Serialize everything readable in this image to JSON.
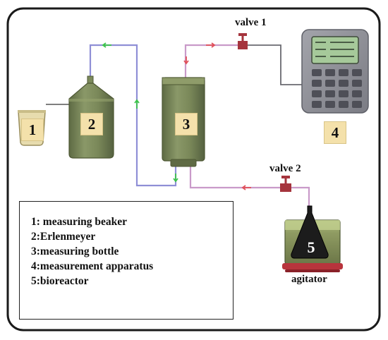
{
  "components": {
    "beaker_number": "1",
    "erlenmeyer_number": "2",
    "bottle_number": "3",
    "apparatus_number": "4",
    "bioreactor_number": "5"
  },
  "valves": {
    "valve1_label": "valve 1",
    "valve2_label": "valve 2"
  },
  "agitator_label": "agitator",
  "legend": {
    "items": [
      "1: measuring beaker",
      "2:Erlenmeyer",
      "3:measuring bottle",
      "4:measurement apparatus",
      "5:bioreactor"
    ]
  },
  "colors": {
    "frame": "#1a1a1a",
    "vessel_green": "#7c8a5c",
    "label_bg": "#f4e1ab",
    "pipe_blue": "#8f8fd6",
    "pipe_pink": "#c99ac9",
    "valve_red": "#a5343d",
    "flow_arrow_green": "#3cc44a",
    "flow_arrow_red": "#e0505a",
    "apparatus_gray": "#8d8e95",
    "agitator_red": "#b8343c"
  }
}
